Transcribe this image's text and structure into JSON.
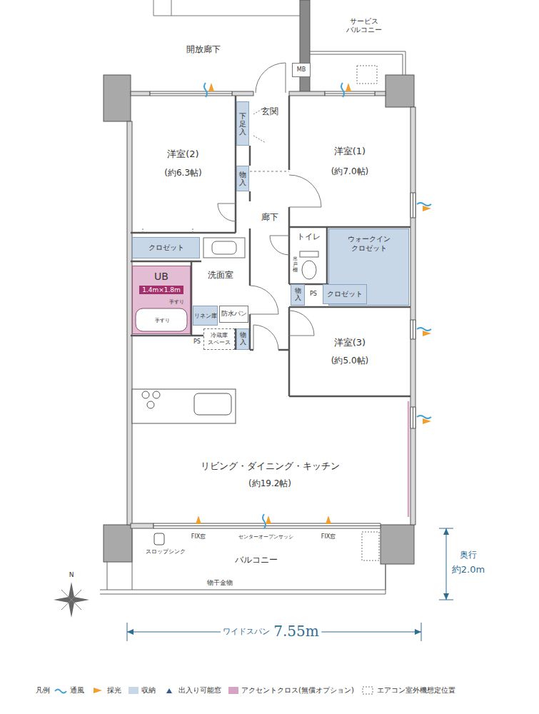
{
  "diagram": {
    "nodes": [
      {
        "text": [
          "サービス バルコニー"
        ]
      },
      {
        "text": [
          "MB"
        ]
      },
      {
        "text": [
          "洋室(2)",
          "(約6.3帖)"
        ]
      },
      {
        "text": [
          "玄関"
        ]
      },
      {
        "text": [
          "下足入"
        ]
      },
      {
        "text": [
          "物入"
        ]
      },
      {
        "text": [
          "洋室(1)",
          "(約7.0帖)"
        ]
      },
      {
        "text": [
          "廊下"
        ]
      },
      {
        "text": [
          "クロゼット"
        ]
      },
      {
        "text": [
          "トイレ"
        ]
      },
      {
        "text": [
          "ウォークイン クロゼット"
        ]
      },
      {
        "text": [
          "UB",
          "1.4m×1.8m"
        ]
      },
      {
        "text": [
          "洗面室"
        ]
      },
      {
        "text": [
          "物入"
        ]
      },
      {
        "text": [
          "クロゼット"
        ]
      },
      {
        "text": [
          "リネン庫"
        ]
      },
      {
        "text": [
          "防水パン"
        ]
      },
      {
        "text": [
          "冷蔵庫 スペース"
        ]
      },
      {
        "text": [
          "物入"
        ]
      },
      {
        "text": [
          "洋室(3)",
          "(約5.0帖)"
        ]
      },
      {
        "text": [
          "リビング・ダイニング・キッチン",
          "(約19.2帖)"
        ]
      },
      {
        "text": [
          "バルコニー"
        ]
      }
    ],
    "labels": [
      "開放廊下",
      "吊戸棚",
      "手すり",
      "手すり",
      "PS",
      "PS",
      "FIX窓",
      "センターオープンサッシ",
      "FIX窓",
      "スロップシンク",
      "物干金物",
      "奥行",
      "約2.0m",
      "ワイドスパン",
      "7.55m",
      "N",
      "凡例"
    ],
    "legend": [
      {
        "text": "通風"
      },
      {
        "text": "採光"
      },
      {
        "text": "収納",
        "color": "#c7d7e8"
      },
      {
        "text": "出入り可能窓"
      },
      {
        "text": "アクセントクロス(無償オプション)",
        "color": "#d6a3c4"
      },
      {
        "text": "エアコン室外機想定位置"
      }
    ]
  }
}
